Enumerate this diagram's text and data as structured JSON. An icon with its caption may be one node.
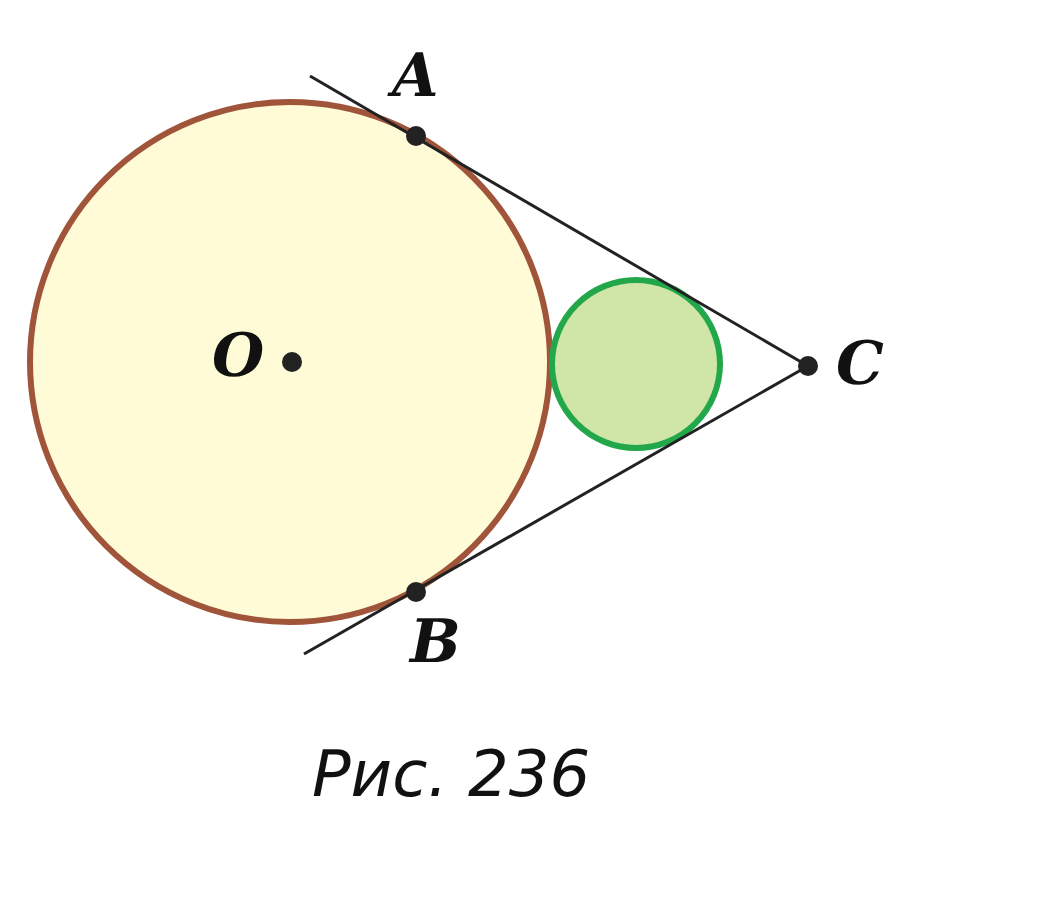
{
  "diagram": {
    "caption": "Рис. 236",
    "labels": [
      "A",
      "O",
      "C",
      "B"
    ]
  }
}
